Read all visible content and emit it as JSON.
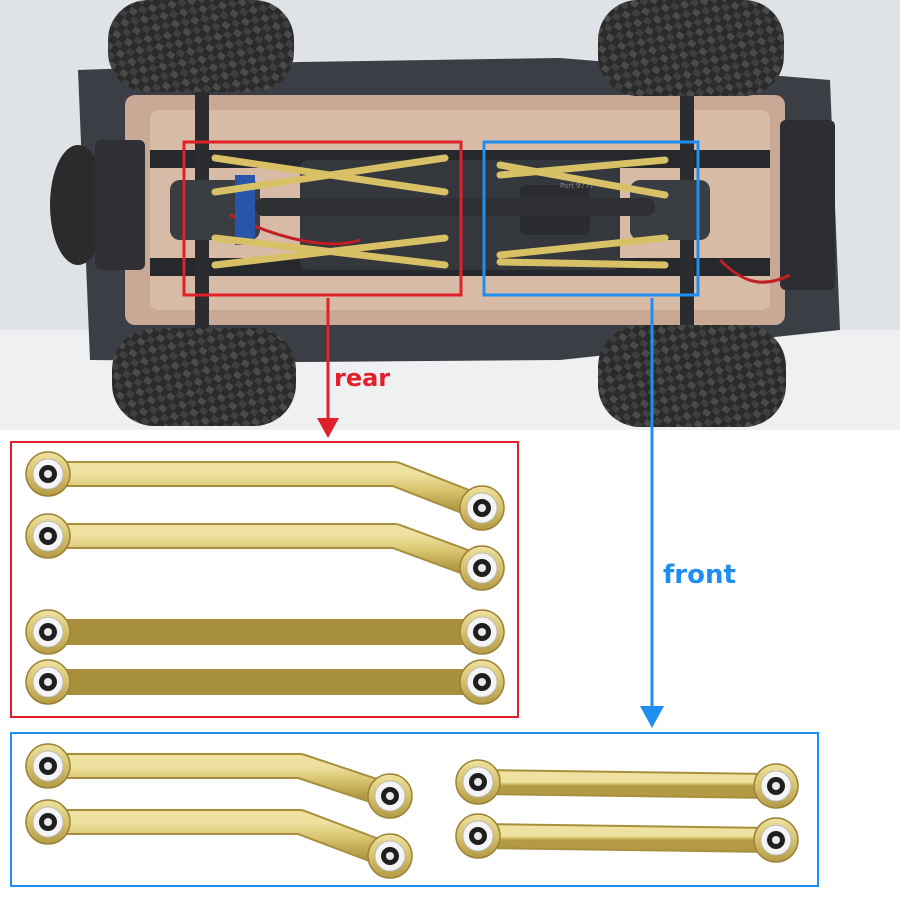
{
  "labels": {
    "rear": "rear",
    "front": "front",
    "part_stamp": "Part 9777"
  },
  "colors": {
    "rear_accent": "#e0202a",
    "front_accent": "#1e8ff0",
    "brass": "#d6c26a",
    "tire": "#2a2a2a",
    "chassis": "#3a3d42"
  },
  "icons": {
    "rod_end": "ball-joint-icon",
    "arrow": "arrow-down-icon"
  }
}
